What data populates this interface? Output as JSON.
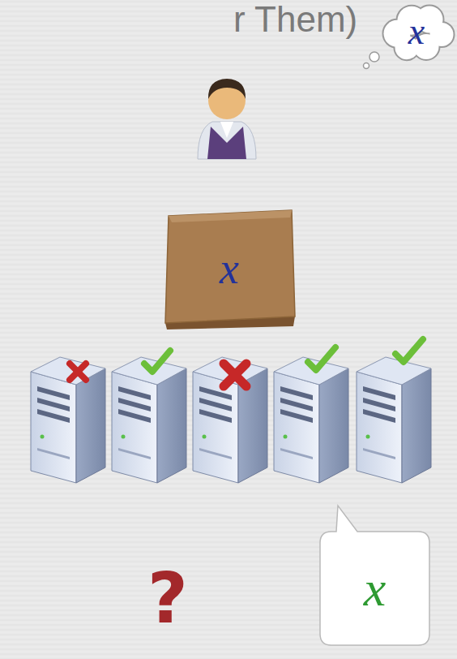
{
  "diagram": {
    "title": "r Them)",
    "nodes": [
      {
        "text": [
          "x"
        ]
      },
      {
        "text": [
          "x"
        ]
      },
      {
        "text": [
          "x"
        ]
      }
    ],
    "labels": [
      "?"
    ]
  }
}
